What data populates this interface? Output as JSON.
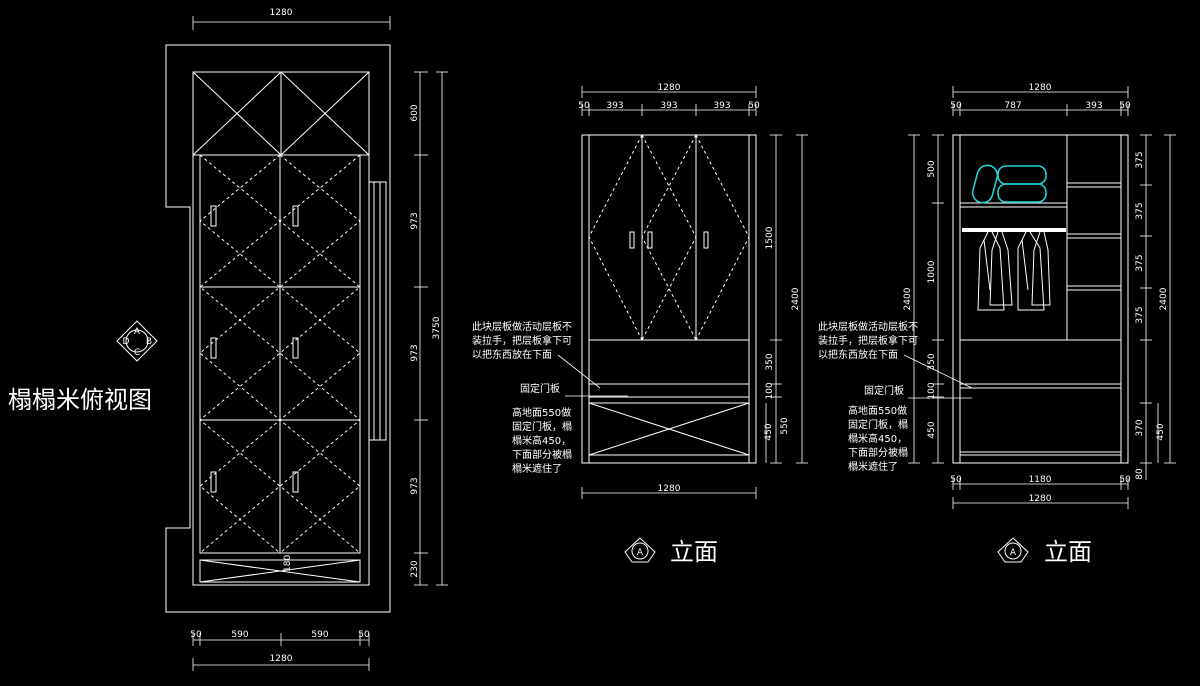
{
  "plan": {
    "title": "榻榻米俯视图",
    "compass": [
      "A",
      "B",
      "C",
      "D"
    ],
    "dims": {
      "top": "1280",
      "bottom_total": "1280",
      "bottom_segments": [
        "50",
        "590",
        "590",
        "50"
      ],
      "right_total": "3750",
      "right_segments": [
        "600",
        "973",
        "973",
        "973",
        "230"
      ],
      "step": "180"
    }
  },
  "elevation_a": {
    "title": "立面",
    "marker": "A",
    "dims": {
      "top_total": "1280",
      "top_segments": [
        "50",
        "393",
        "393",
        "393",
        "50"
      ],
      "bottom": "1280",
      "right_segments": [
        "1500",
        "350",
        "100",
        "550"
      ],
      "right_total": "2400",
      "left_450": "450"
    },
    "notes": {
      "note1": [
        "此块层板做活动层板不",
        "装拉手，把层板拿下可",
        "以把东西放在下面"
      ],
      "note2": "固定门板",
      "note3": [
        "高地面550做",
        "固定门板，榻",
        "榻米高450，",
        "下面部分被榻",
        "榻米遮住了"
      ]
    }
  },
  "elevation_b": {
    "title": "立面",
    "marker": "A",
    "dims": {
      "top_total": "1280",
      "top_segments": [
        "50",
        "787",
        "393",
        "50"
      ],
      "bottom_total": "1280",
      "bottom_segments": [
        "50",
        "1180",
        "50"
      ],
      "left_total": "2400",
      "left_segments": [
        "500",
        "1000",
        "350",
        "100",
        "450"
      ],
      "right_segments": [
        "375",
        "375",
        "375",
        "375",
        "370",
        "80"
      ],
      "right_total": "2400",
      "right_450": "450"
    },
    "notes": {
      "note1": [
        "此块层板做活动层板不",
        "装拉手，把层板拿下可",
        "以把东西放在下面"
      ],
      "note2": "固定门板",
      "note3": [
        "高地面550做",
        "固定门板，榻",
        "榻米高450，",
        "下面部分被榻",
        "榻米遮住了"
      ]
    }
  },
  "colors": {
    "background": "#000000",
    "line": "#ffffff",
    "accent": "#22d3d3"
  }
}
